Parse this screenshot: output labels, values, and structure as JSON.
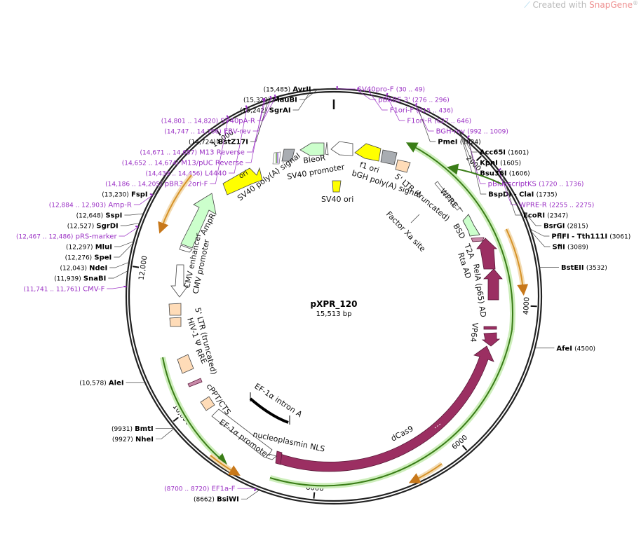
{
  "watermark": {
    "prefix": "Created with ",
    "brand": "SnapGene",
    "reg": "®"
  },
  "plasmid": {
    "name": "pXPR_120",
    "size_label": "15,513 bp",
    "length": 15513
  },
  "ticks": [
    {
      "pos": 2000,
      "label": "2000"
    },
    {
      "pos": 4000,
      "label": "4000"
    },
    {
      "pos": 6000,
      "label": "6000"
    },
    {
      "pos": 8000,
      "label": "8000"
    },
    {
      "pos": 10000,
      "label": "10,000"
    },
    {
      "pos": 12000,
      "label": "12,000"
    },
    {
      "pos": 14000,
      "label": "14,000"
    }
  ],
  "sites": [
    {
      "pos": 1024,
      "type": "enzyme",
      "name": "PmeI",
      "num": "(1024)",
      "side": "right"
    },
    {
      "pos": 1601,
      "type": "enzyme",
      "name": "Acc65I",
      "num": "(1601)",
      "side": "right"
    },
    {
      "pos": 1605,
      "type": "enzyme",
      "name": "KpnI",
      "num": "(1605)",
      "side": "right"
    },
    {
      "pos": 1606,
      "type": "enzyme",
      "name": "Bsu36I",
      "num": "(1606)",
      "side": "right"
    },
    {
      "pos": 1728,
      "type": "primer",
      "name": "pBluescriptKS",
      "num": "(1720 .. 1736)",
      "side": "right"
    },
    {
      "pos": 1735,
      "type": "enzyme",
      "name": "BspDI - ClaI",
      "num": "(1735)",
      "side": "right"
    },
    {
      "pos": 2265,
      "type": "primer",
      "name": "WPRE-R",
      "num": "(2255 .. 2275)",
      "side": "right"
    },
    {
      "pos": 2347,
      "type": "enzyme",
      "name": "EcoRI",
      "num": "(2347)",
      "side": "right"
    },
    {
      "pos": 2815,
      "type": "enzyme",
      "name": "BsrGI",
      "num": "(2815)",
      "side": "right"
    },
    {
      "pos": 3061,
      "type": "enzyme",
      "name": "PflFI - Tth111I",
      "num": "(3061)",
      "side": "right"
    },
    {
      "pos": 3089,
      "type": "enzyme",
      "name": "SfiI",
      "num": "(3089)",
      "side": "right"
    },
    {
      "pos": 3532,
      "type": "enzyme",
      "name": "BstEII",
      "num": "(3532)",
      "side": "right"
    },
    {
      "pos": 4500,
      "type": "enzyme",
      "name": "AfeI",
      "num": "(4500)",
      "side": "right"
    },
    {
      "pos": 39,
      "type": "primer",
      "name": "SV40pro-F",
      "num": "(30 .. 49)",
      "side": "right"
    },
    {
      "pos": 286,
      "type": "primer",
      "name": "pBABE 3'",
      "num": "(276 .. 296)",
      "side": "right"
    },
    {
      "pos": 425,
      "type": "primer",
      "name": "F1ori-F",
      "num": "(415 .. 436)",
      "side": "right"
    },
    {
      "pos": 636,
      "type": "primer",
      "name": "F1ori-R",
      "num": "(627 .. 646)",
      "side": "right"
    },
    {
      "pos": 1000,
      "type": "primer",
      "name": "BGH-rev",
      "num": "(992 .. 1009)",
      "side": "right"
    },
    {
      "pos": 15485,
      "type": "enzyme",
      "name": "AvrII",
      "num": "(15,485)",
      "side": "left"
    },
    {
      "pos": 15320,
      "type": "enzyme",
      "name": "MauBI",
      "num": "(15,320)",
      "side": "left"
    },
    {
      "pos": 15242,
      "type": "enzyme",
      "name": "SgrAI",
      "num": "(15,242)",
      "side": "left"
    },
    {
      "pos": 14810,
      "type": "primer",
      "name": "SV40pA-R",
      "num": "(14,801 .. 14,820)",
      "side": "left"
    },
    {
      "pos": 14756,
      "type": "primer",
      "name": "EBV-rev",
      "num": "(14,747 .. 14,766)",
      "side": "left"
    },
    {
      "pos": 14724,
      "type": "enzyme",
      "name": "BstZ17I",
      "num": "(14,724)",
      "side": "left"
    },
    {
      "pos": 14679,
      "type": "primer",
      "name": "M13 Reverse",
      "num": "(14,671 .. 14,687)",
      "side": "left"
    },
    {
      "pos": 14663,
      "type": "primer",
      "name": "M13/pUC Reverse",
      "num": "(14,652 .. 14,674)",
      "side": "left"
    },
    {
      "pos": 14447,
      "type": "primer",
      "name": "L4440",
      "num": "(14,439 .. 14,456)",
      "side": "left"
    },
    {
      "pos": 14195,
      "type": "primer",
      "name": "pBR322ori-F",
      "num": "(14,186 .. 14,205)",
      "side": "left"
    },
    {
      "pos": 13230,
      "type": "enzyme",
      "name": "FspI",
      "num": "(13,230)",
      "side": "left"
    },
    {
      "pos": 12893,
      "type": "primer",
      "name": "Amp-R",
      "num": "(12,884 .. 12,903)",
      "side": "left"
    },
    {
      "pos": 12648,
      "type": "enzyme",
      "name": "SspI",
      "num": "(12,648)",
      "side": "left"
    },
    {
      "pos": 12527,
      "type": "enzyme",
      "name": "SgrDI",
      "num": "(12,527)",
      "side": "left"
    },
    {
      "pos": 12476,
      "type": "primer",
      "name": "pRS-marker",
      "num": "(12,467 .. 12,486)",
      "side": "left"
    },
    {
      "pos": 12297,
      "type": "enzyme",
      "name": "MluI",
      "num": "(12,297)",
      "side": "left"
    },
    {
      "pos": 12276,
      "type": "enzyme",
      "name": "SpeI",
      "num": "(12,276)",
      "side": "left"
    },
    {
      "pos": 12043,
      "type": "enzyme",
      "name": "NdeI",
      "num": "(12,043)",
      "side": "left"
    },
    {
      "pos": 11939,
      "type": "enzyme",
      "name": "SnaBI",
      "num": "(11,939)",
      "side": "left"
    },
    {
      "pos": 11751,
      "type": "primer",
      "name": "CMV-F",
      "num": "(11,741 .. 11,761)",
      "side": "left"
    },
    {
      "pos": 10578,
      "type": "enzyme",
      "name": "AleI",
      "num": "(10,578)",
      "side": "left"
    },
    {
      "pos": 9931,
      "type": "enzyme",
      "name": "BmtI",
      "num": "(9931)",
      "side": "left"
    },
    {
      "pos": 9927,
      "type": "enzyme",
      "name": "NheI",
      "num": "(9927)",
      "side": "left"
    },
    {
      "pos": 8710,
      "type": "primer",
      "name": "EF1a-F",
      "num": "(8700 .. 8720)",
      "side": "left"
    },
    {
      "pos": 8662,
      "type": "enzyme",
      "name": "BsiWI",
      "num": "(8662)",
      "side": "left"
    }
  ],
  "features": [
    {
      "name": "ori",
      "label": "ori"
    },
    {
      "name": "SV40 poly(A) signal",
      "label": "SV40 poly(A) signal"
    },
    {
      "name": "BleoR",
      "label": "BleoR"
    },
    {
      "name": "SV40 promoter",
      "label": "SV40 promoter"
    },
    {
      "name": "f1 ori",
      "label": "f1 ori"
    },
    {
      "name": "bGH poly(A) signal",
      "label": "bGH poly(A) signal"
    },
    {
      "name": "5' LTR (truncated) top",
      "label": "5' LTR (truncated)"
    },
    {
      "name": "SV40 ori",
      "label": "SV40 ori"
    },
    {
      "name": "WPRE",
      "label": "WPRE"
    },
    {
      "name": "Factor Xa site",
      "label": "Factor Xa site"
    },
    {
      "name": "BSD",
      "label": "BSD"
    },
    {
      "name": "T2A",
      "label": "T2A"
    },
    {
      "name": "Rta AD",
      "label": "Rta AD"
    },
    {
      "name": "RelA (p65) AD",
      "label": "RelA (p65) AD"
    },
    {
      "name": "VP64",
      "label": "VP64"
    },
    {
      "name": "dCas9",
      "label": "dCas9"
    },
    {
      "name": "nucleoplasmin NLS",
      "label": "nucleoplasmin NLS"
    },
    {
      "name": "EF-1a intron A",
      "label": "EF-1α intron A"
    },
    {
      "name": "EF-1a promoter",
      "label": "EF-1α promoter"
    },
    {
      "name": "cPPT/CTS",
      "label": "cPPT/CTS"
    },
    {
      "name": "RRE",
      "label": "RRE"
    },
    {
      "name": "HIV-1 psi",
      "label": "HIV-1 Ψ"
    },
    {
      "name": "5' LTR (truncated) left",
      "label": "5' LTR (truncated)"
    },
    {
      "name": "CMV promoter",
      "label": "CMV promoter"
    },
    {
      "name": "CMV enhancer",
      "label": "CMV enhancer"
    },
    {
      "name": "AmpR",
      "label": "AmpR"
    }
  ],
  "colors": {
    "enzyme": "#000000",
    "primer": "#9a2fc4",
    "cas9": "#9b2f62",
    "ori": "#ffff00",
    "promoter": "#ffffff",
    "ampr": "#ccffcc",
    "ltr": "#ffdcb8",
    "green_arc": "#3a7d17",
    "green_glow": "#cdeebb",
    "orange_arc": "#d69228",
    "ring": "#333333"
  }
}
